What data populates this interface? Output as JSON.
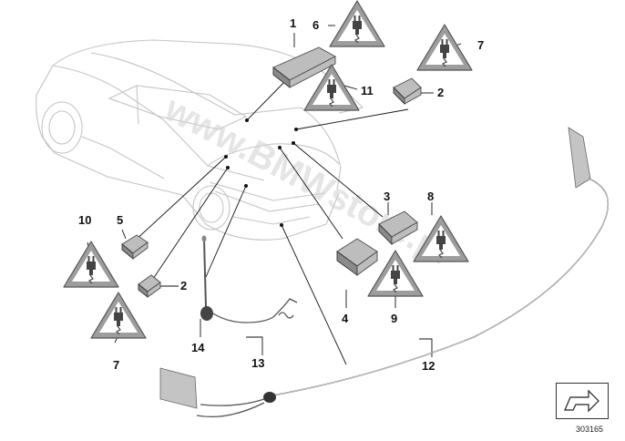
{
  "diagram": {
    "watermark": "www.BMWstore.pl",
    "catalog_number": "303165",
    "parts": [
      {
        "id": "1"
      },
      {
        "id": "2"
      },
      {
        "id": "3"
      },
      {
        "id": "4"
      },
      {
        "id": "5"
      },
      {
        "id": "6"
      },
      {
        "id": "7"
      },
      {
        "id": "8"
      },
      {
        "id": "9"
      },
      {
        "id": "10"
      },
      {
        "id": "11"
      },
      {
        "id": "12"
      },
      {
        "id": "13"
      },
      {
        "id": "14"
      }
    ]
  }
}
